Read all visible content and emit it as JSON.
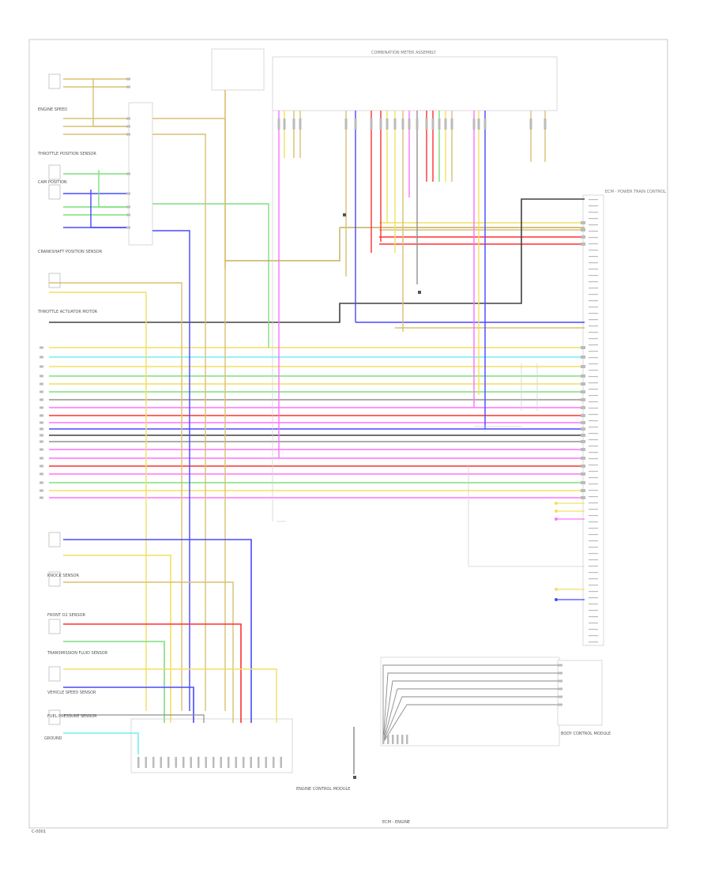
{
  "footer": {
    "code": "C-0001",
    "bottom_unit": "ECM - ENGINE"
  },
  "modules": {
    "top_connector": "COMBINATION METER ASSEMBLY",
    "right_module": "ECM - POWER TRAIN CONTROL",
    "bottom_right": "BODY CONTROL MODULE",
    "main_module": "ENGINE CONTROL MODULE"
  },
  "sensors": [
    "ENGINE SPEED",
    "THROTTLE POSITION SENSOR",
    "CAM POSITION",
    "CRANKSHAFT POSITION SENSOR",
    "THROTTLE ACTUATOR MOTOR",
    "KNOCK SENSOR",
    "FRONT O2 SENSOR",
    "TRANSMISSION FLUID SENSOR",
    "VEHICLE SPEED SENSOR",
    "FUEL PRESSURE SENSOR",
    "GROUND"
  ],
  "colors": {
    "yellow": "#f0e060",
    "tan": "#d8c070",
    "green": "#7ce07c",
    "blue": "#4848ff",
    "red": "#ff3030",
    "pink": "#ff70ff",
    "cyan": "#70f0f0",
    "gray": "#909090",
    "dark": "#404040",
    "olive": "#c0b060"
  }
}
